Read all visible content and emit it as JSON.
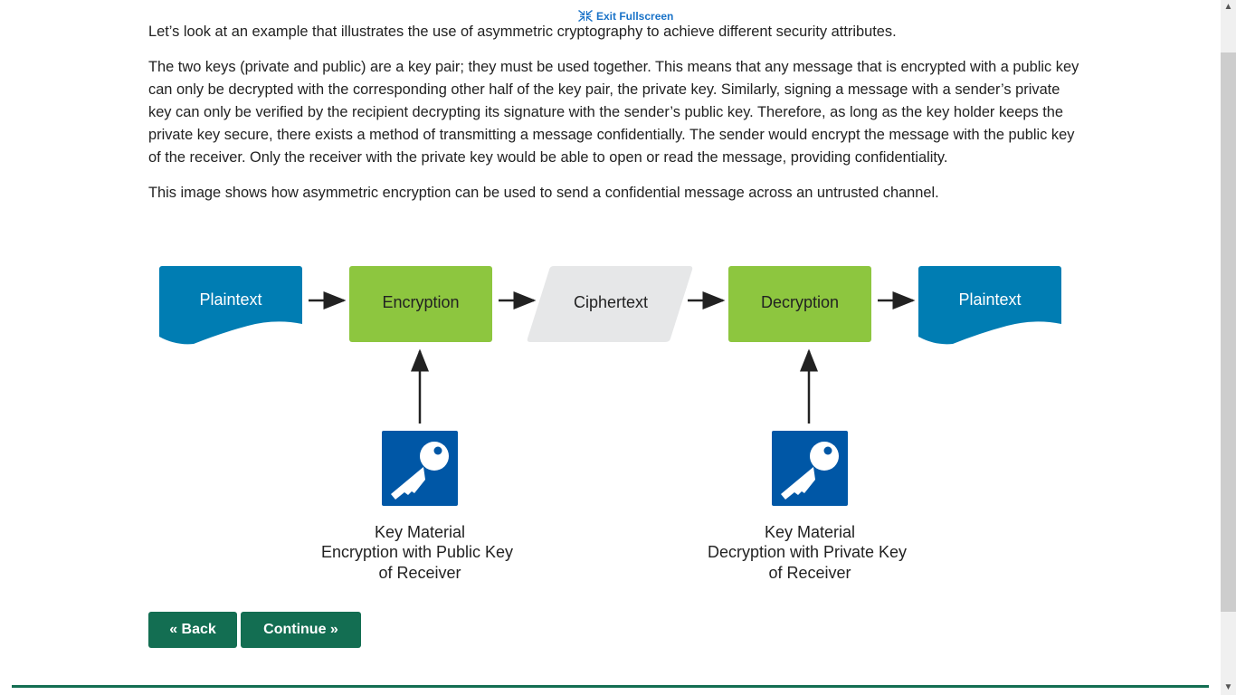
{
  "toolbar": {
    "exit_fullscreen": "Exit Fullscreen"
  },
  "content": {
    "p1": "Let’s look at an example that illustrates the use of asymmetric cryptography to achieve different security attributes.",
    "p2": "The two keys (private and public) are a key pair; they must be used together. This means that any message that is encrypted with a public key can only be decrypted with the corresponding other half of the key pair, the private key. Similarly, signing a message with a sender’s private key can only be verified by the recipient decrypting its signature with the sender’s public key. Therefore, as long as the key holder keeps the private key secure, there exists a method of transmitting a message confidentially. The sender would encrypt the message with the public key of the receiver. Only the receiver with the private key would be able to open or read the message, providing confidentiality.",
    "p3": "This image shows how asymmetric encryption can be used to send a confidential message across an untrusted channel."
  },
  "diagram": {
    "plaintext_in": "Plaintext",
    "encryption": "Encryption",
    "ciphertext": "Ciphertext",
    "decryption": "Decryption",
    "plaintext_out": "Plaintext",
    "enc_key": {
      "line1": "Key Material",
      "line2": "Encryption with Public Key",
      "line3": "of Receiver"
    },
    "dec_key": {
      "line1": "Key Material",
      "line2": "Decryption with Private Key",
      "line3": "of Receiver"
    },
    "colors": {
      "document": "#007db3",
      "process": "#8dc63f",
      "cipher": "#e6e7e8",
      "key": "#0057a6"
    }
  },
  "nav": {
    "back": "« Back",
    "continue": "Continue »"
  }
}
